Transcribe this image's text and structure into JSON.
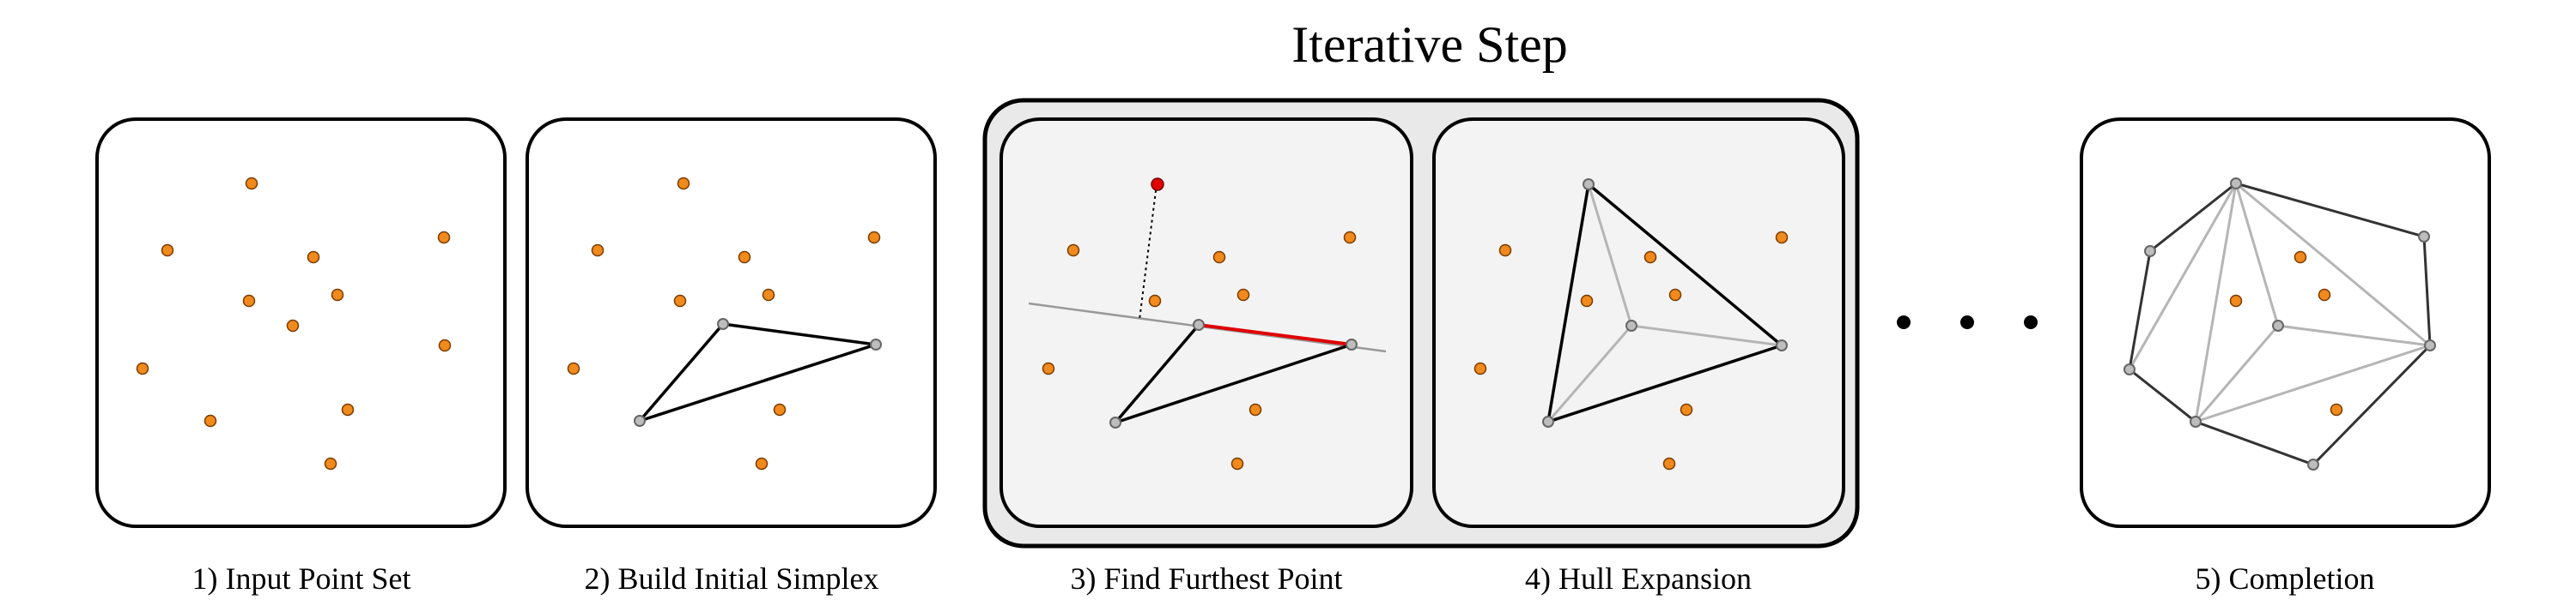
{
  "heading": "Iterative Step",
  "captions": {
    "p1": "1) Input Point Set",
    "p2": "2) Build Initial Simplex",
    "p3": "3) Find Furthest Point",
    "p4": "4) Hull Expansion",
    "p5": "5) Completion"
  },
  "colors": {
    "point": "#f08a1c",
    "furthest_point": "#e00000",
    "hull_edge": "#000000",
    "interior_edge": "#b5b5b5",
    "vertex": "#bdbdbd",
    "iterative_background": "#e9e9e9"
  },
  "ellipsis": "• • •"
}
